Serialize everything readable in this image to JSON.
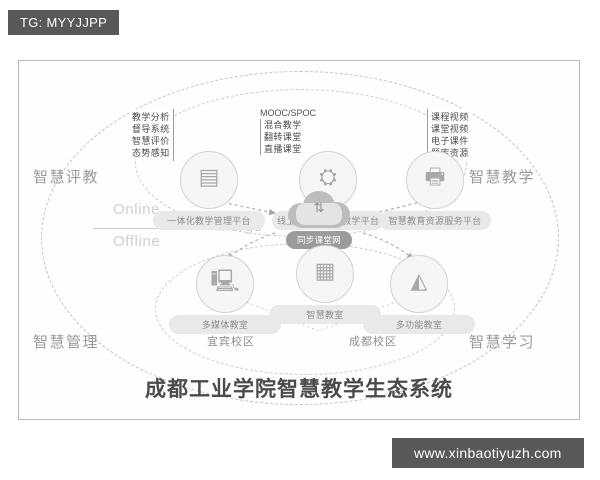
{
  "watermarks": {
    "top_badge": "TG: MYYJJPP",
    "bottom_badge": "www.xinbaotiyuzh.com"
  },
  "diagram": {
    "title": "成都工业学院智慧教学生态系统",
    "corner_labels": {
      "top_left": "智慧评教",
      "top_right": "智慧教学",
      "bottom_left": "智慧管理",
      "bottom_right": "智慧学习"
    },
    "mode_labels": {
      "online": "Online",
      "offline": "Offline",
      "merge": "Merge"
    },
    "hub": {
      "label": "同步课堂网",
      "icon": "cloud-icon"
    },
    "campuses": {
      "left": "宜宾校区",
      "right": "成都校区"
    },
    "online_nodes": [
      {
        "id": "management-platform",
        "label": "一体化教学管理平台",
        "icon": "server-icon",
        "features": [
          "教学分析",
          "督导系统",
          "智慧评价",
          "态势感知"
        ],
        "caption": ""
      },
      {
        "id": "online-offline-platform",
        "label": "线上线下一体化教学平台",
        "icon": "network-icon",
        "features": [
          "混合教学",
          "翻转课堂",
          "直播课堂"
        ],
        "caption": "MOOC/SPOC"
      },
      {
        "id": "resource-platform",
        "label": "智慧教育资源服务平台",
        "icon": "printer-icon",
        "features": [
          "课程视频",
          "课堂视频",
          "电子课件",
          "题库资源"
        ],
        "caption": ""
      }
    ],
    "offline_nodes": [
      {
        "id": "multimedia-classroom",
        "label": "多媒体教室",
        "icon": "classroom-desk-icon"
      },
      {
        "id": "smart-classroom",
        "label": "智慧教室",
        "icon": "lecture-hall-icon"
      },
      {
        "id": "multifunction-classroom",
        "label": "多功能教室",
        "icon": "group-table-icon"
      }
    ]
  },
  "colors": {
    "badge_background": "#585858",
    "badge_text": "#ffffff",
    "frame_border": "#b9b9b9",
    "dashed_guide": "#c2c2c2",
    "node_fill": "#f6f6f6",
    "pill_fill": "#e9e9e9",
    "pill_dark_fill": "#9b9b9b",
    "title_text": "#4b4b4b",
    "mode_text": "#cfcfcf"
  }
}
